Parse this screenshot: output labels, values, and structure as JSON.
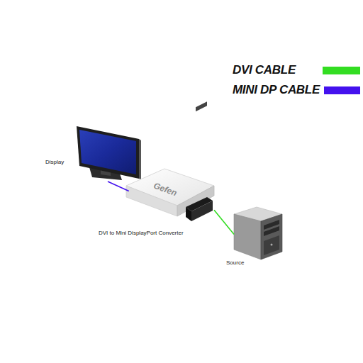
{
  "diagram": {
    "nodes": [
      {
        "text": [
          "Display"
        ]
      },
      {
        "text": [
          "Gefen",
          "DVI to Mini DisplayPort Converter"
        ]
      },
      {
        "text": [
          "Source"
        ]
      }
    ],
    "edges": [
      {
        "from": 1,
        "to": 0,
        "arrow": "none"
      },
      {
        "from": 2,
        "to": 1,
        "arrow": "none"
      }
    ],
    "legend": [
      {
        "text": "DVI CABLE",
        "color": "#33dd22"
      },
      {
        "text": "MINI DP CABLE",
        "color": "#4411ee"
      }
    ]
  }
}
